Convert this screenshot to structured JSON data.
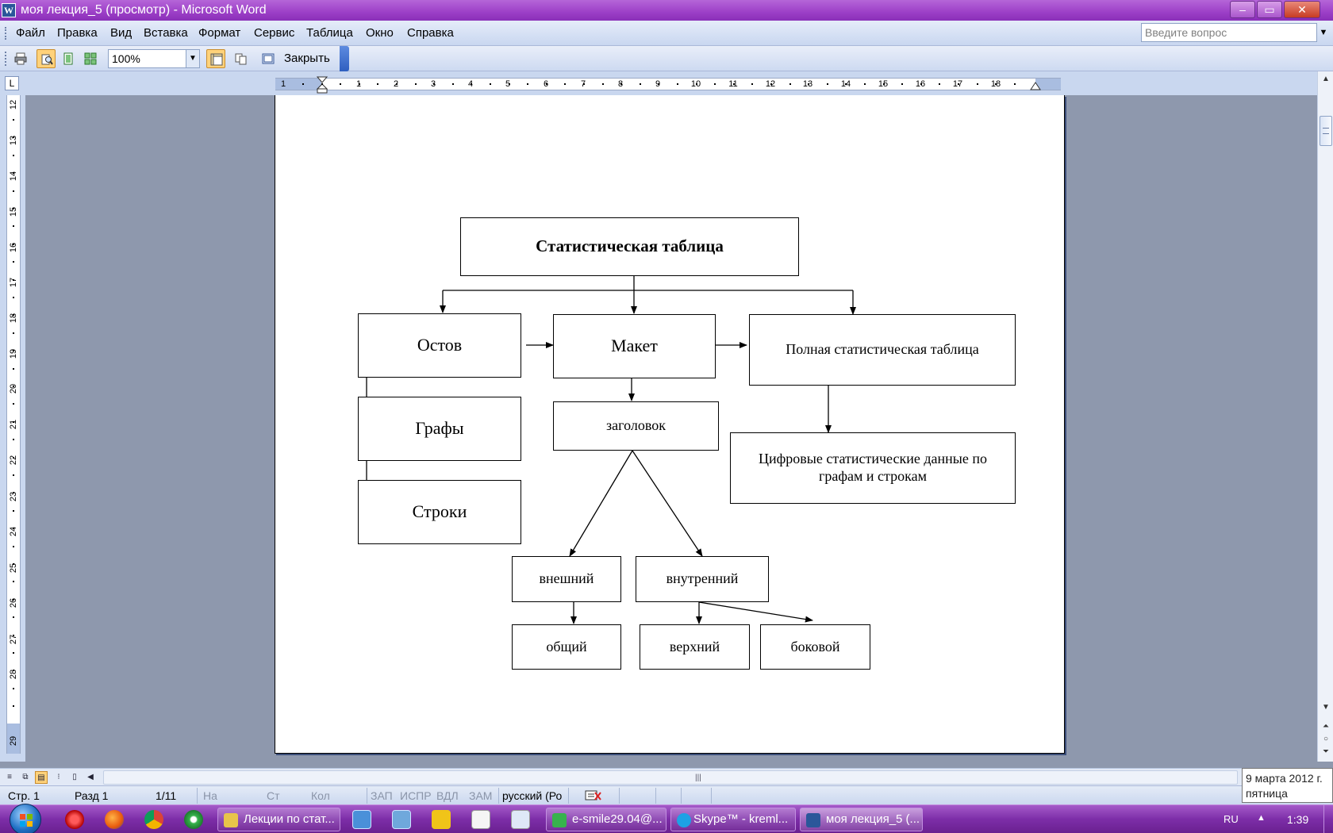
{
  "window": {
    "title": "моя лекция_5 (просмотр) - Microsoft Word",
    "app_icon": "W",
    "controls": {
      "minimize": "–",
      "maximize": "▭",
      "close": "✕"
    }
  },
  "menu": {
    "items": [
      "Файл",
      "Правка",
      "Вид",
      "Вставка",
      "Формат",
      "Сервис",
      "Таблица",
      "Окно",
      "Справка"
    ],
    "help_placeholder": "Введите вопрос"
  },
  "toolbar": {
    "zoom": "100%",
    "close_label": "Закрыть",
    "icons": [
      "print-icon",
      "magnifier-icon",
      "one-page-icon",
      "multiple-pages-icon",
      "view-ruler-icon",
      "shrink-to-fit-icon",
      "full-screen-icon"
    ]
  },
  "ruler": {
    "corner": "L",
    "numbers": [
      "1",
      "1",
      "2",
      "3",
      "4",
      "5",
      "6",
      "7",
      "8",
      "9",
      "10",
      "11",
      "12",
      "13",
      "14",
      "15",
      "16",
      "17",
      "18"
    ],
    "vertical_numbers": [
      "12",
      "13",
      "14",
      "15",
      "16",
      "17",
      "18",
      "19",
      "20",
      "21",
      "22",
      "23",
      "24",
      "25",
      "26",
      "27",
      "28",
      "29"
    ]
  },
  "diagram": {
    "root": "Статистическая таблица",
    "ostov": "Остов",
    "maket": "Макет",
    "full_table": "Полная статистическая таблица",
    "grafy": "Графы",
    "zagolovok": "заголовок",
    "digital": "Цифровые статистические данные по графам и строкам",
    "stroki": "Строки",
    "vneshniy": "внешний",
    "vnutrenniy": "внутренний",
    "obshiy": "общий",
    "verhniy": "верхний",
    "bokovoy": "боковой"
  },
  "status": {
    "page": "Стр. 1",
    "section": "Разд 1",
    "pages": "1/11",
    "at": "На",
    "line": "Ст",
    "col": "Кол",
    "rec": "ЗАП",
    "trk": "ИСПР",
    "ext": "ВДЛ",
    "ovr": "ЗАМ",
    "language": "русский (Ро"
  },
  "tooltip": {
    "date": "9 марта 2012 г.",
    "weekday": "пятница"
  },
  "taskbar": {
    "tasks": [
      {
        "label": "Лекции по стат...",
        "color": "#e8c44a"
      },
      {
        "label": "e-smile29.04@...",
        "color": "#37b24d"
      },
      {
        "label": "Skype™ - kreml...",
        "color": "#1ea1e5"
      },
      {
        "label": "моя лекция_5 (...",
        "color": "#2b579a"
      }
    ],
    "lang": "RU",
    "time": "1:39"
  }
}
